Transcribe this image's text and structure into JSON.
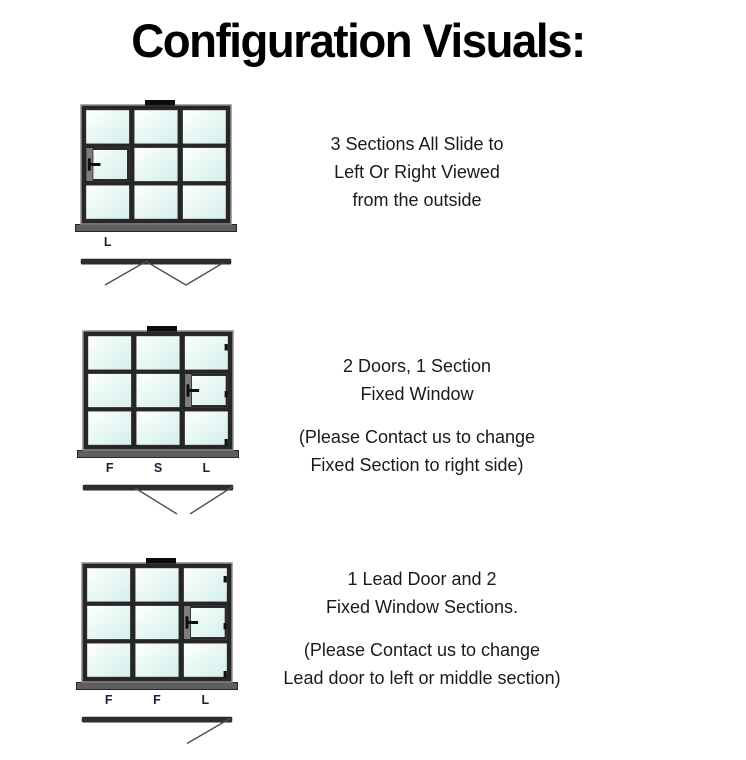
{
  "title": "Configuration Visuals:",
  "colors": {
    "frame": "#262626",
    "frame_edge": "#8f8f8f",
    "glass": "#d4efec",
    "glass_light": "#ffffff",
    "stile": "#7d7d7d",
    "sill": "#5f5f5f",
    "hardware": "#0f0f0f",
    "top_tab": "#0b0b0b",
    "swing_bar": "#2e2e2e",
    "swing_line": "#4f4f4f",
    "label": "#16233b"
  },
  "diagrams": [
    {
      "name": "3 sections all slide",
      "section_labels": [
        "L",
        "",
        ""
      ],
      "door": {
        "section": 0,
        "handle": "stile-left",
        "hinges": false
      },
      "swing": "zigzag",
      "caption": {
        "main": [
          "3 Sections All Slide to",
          "Left Or Right Viewed",
          "from the outside"
        ],
        "note": []
      }
    },
    {
      "name": "2 doors 1 fixed window",
      "section_labels": [
        "F",
        "S",
        "L"
      ],
      "door": {
        "section": 2,
        "handle": "stile-left",
        "hinges": true
      },
      "swing": "double-v",
      "caption": {
        "main": [
          "2 Doors, 1 Section",
          "Fixed Window"
        ],
        "note": [
          "(Please Contact us to change",
          "Fixed Section to right side)"
        ]
      }
    },
    {
      "name": "1 lead door 2 fixed windows",
      "section_labels": [
        "F",
        "F",
        "L"
      ],
      "door": {
        "section": 2,
        "handle": "stile-left",
        "hinges": true
      },
      "swing": "single",
      "caption": {
        "main": [
          "1 Lead Door and 2",
          "Fixed Window Sections."
        ],
        "note": [
          "(Please Contact us to change",
          "Lead door to left or middle section)"
        ]
      }
    }
  ]
}
